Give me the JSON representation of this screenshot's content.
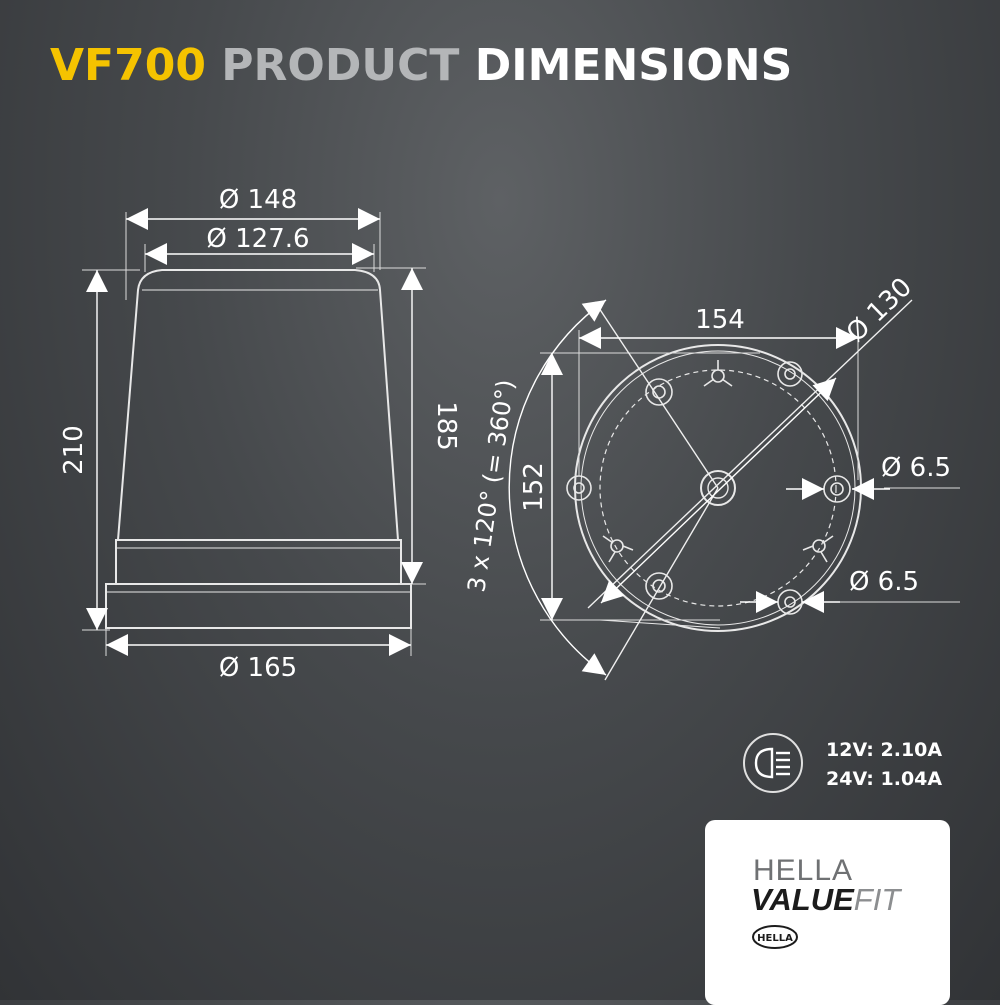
{
  "title": {
    "part1": "VF700",
    "part2": "PRODUCT",
    "part3": "DIMENSIONS"
  },
  "dimensions": {
    "d148": "Ø 148",
    "d127": "Ø 127.6",
    "d165": "Ø 165",
    "h210": "210",
    "h185": "185",
    "w154": "154",
    "h152": "152",
    "d130": "Ø 130",
    "hole1": "Ø 6.5",
    "hole2": "Ø 6.5",
    "angle": "3 x 120° (= 360°)"
  },
  "specs": {
    "line1": "12V: 2.10A",
    "line2": "24V: 1.04A"
  },
  "brand": {
    "hella": "HELLA",
    "value": "VALUE",
    "fit": "FIT",
    "logo_text": "HELLA"
  },
  "icons": [
    "low-beam-lamp-icon",
    "hella-logo-icon"
  ],
  "colors": {
    "accent": "#f5c300",
    "muted": "#b4b6b8",
    "text": "#ffffff"
  }
}
